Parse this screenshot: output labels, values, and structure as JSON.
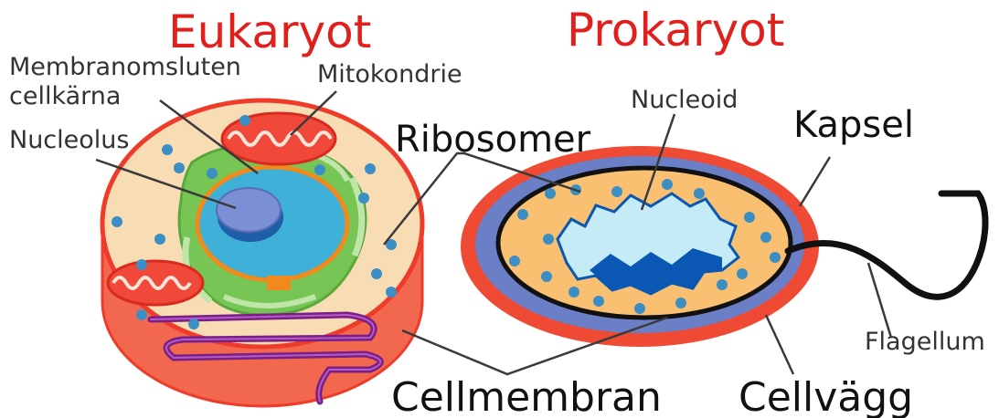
{
  "titles": {
    "eukaryote": "Eukaryot",
    "prokaryote": "Prokaryot"
  },
  "labels": {
    "nucleus_line1": "Membranomsluten",
    "nucleus_line2": "cellkärna",
    "mitochondrion": "Mitokondrie",
    "nucleolus": "Nucleolus",
    "ribosomes": "Ribosomer",
    "nucleoid": "Nucleoid",
    "capsule": "Kapsel",
    "flagellum": "Flagellum",
    "cell_membrane": "Cellmembran",
    "cell_wall": "Cellvägg"
  },
  "colors": {
    "title_red": "#e0201c",
    "cytoplasm": "#f8dcb4",
    "membrane_red": "#ef3b2a",
    "cell_side": "#f2684e",
    "nucleus_blue": "#3fb0d8",
    "nucleolus_blue": "#7a8fd4",
    "er_green": "#77c655",
    "golgi_purple": "#7a1f87",
    "ribosome_blue": "#3c8fc4",
    "cell_wall_blue": "#6b7fc7",
    "nucleoid_light": "#c5ecf6",
    "nucleoid_dark": "#0a58b4",
    "flagellum_black": "#111111"
  }
}
